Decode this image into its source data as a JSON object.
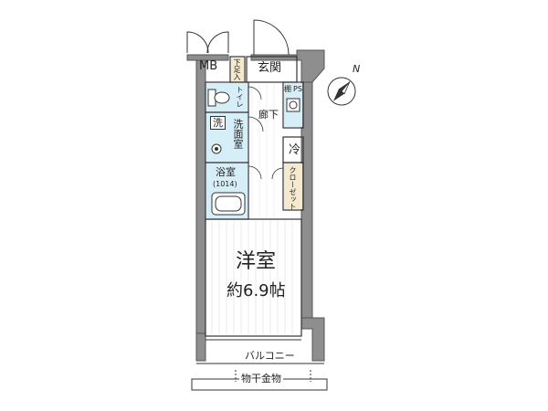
{
  "labels": {
    "mb": "MB",
    "genkan": "玄関",
    "shitaashi": "下足入",
    "toilet": "トイレ",
    "roka": "廊下",
    "shelf": "棚",
    "ps": "PS",
    "sen": "洗",
    "senmenshitsu": "洗面室",
    "rei": "冷",
    "yokushitsu": "浴室",
    "bath_size": "(1014)",
    "closet": "クローゼット",
    "main_room": "洋室",
    "main_room_area": "約6.9帖",
    "balcony": "バルコニー",
    "monohoshi": "物干金物",
    "compass_n": "N"
  }
}
